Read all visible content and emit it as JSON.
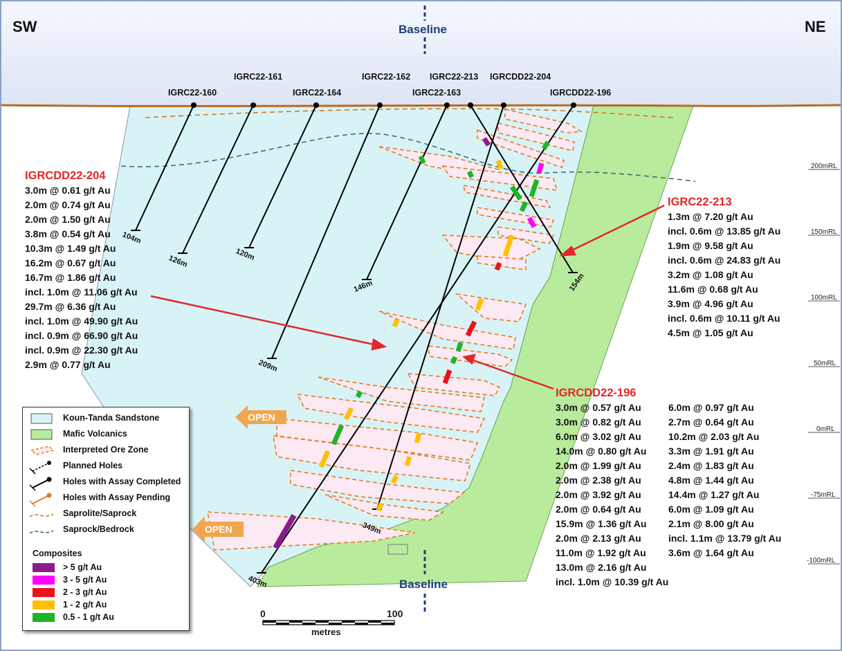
{
  "orientation": {
    "left": "SW",
    "right": "NE"
  },
  "baseline": {
    "top_label": "Baseline",
    "bottom_label": "Baseline"
  },
  "holes": [
    {
      "id": "IGRC22-160",
      "depth": "104m"
    },
    {
      "id": "IGRC22-161",
      "depth": "126m"
    },
    {
      "id": "IGRC22-164",
      "depth": "120m"
    },
    {
      "id": "IGRC22-162",
      "depth": "146m"
    },
    {
      "id": "IGRC22-213",
      "depth": "154m"
    },
    {
      "id": "IGRC22-163",
      "depth": "209m"
    },
    {
      "id": "IGRCDD22-204",
      "depth": "403m"
    },
    {
      "id": "IGRCDD22-196",
      "depth": "349m"
    }
  ],
  "rl_levels": [
    "200mRL",
    "150mRL",
    "100mRL",
    "50mRL",
    "0mRL",
    "-75mRL",
    "-100mRL"
  ],
  "callouts": {
    "left": {
      "title": "IGRCDD22-204",
      "lines": [
        "3.0m @ 0.61 g/t Au",
        "2.0m @ 0.74 g/t Au",
        "2.0m @ 1.50 g/t Au",
        "3.8m @ 0.54 g/t Au",
        "10.3m @ 1.49 g/t Au",
        "16.2m @ 0.67 g/t Au",
        "16.7m @ 1.86 g/t Au",
        "incl. 1.0m @ 11.06 g/t Au",
        "29.7m @ 6.36 g/t Au",
        "incl. 1.0m @ 49.90 g/t Au",
        "incl. 0.9m @ 66.90 g/t Au",
        "incl. 0.9m @ 22.30 g/t Au",
        "2.9m @ 0.77 g/t Au"
      ]
    },
    "right_top": {
      "title": "IGRC22-213",
      "lines": [
        "1.3m @ 7.20 g/t Au",
        "incl. 0.6m @ 13.85 g/t Au",
        "1.9m @ 9.58 g/t Au",
        "incl. 0.6m @ 24.83 g/t Au",
        "3.2m @ 1.08 g/t Au",
        "11.6m @ 0.68 g/t Au",
        "3.9m @ 4.96 g/t Au",
        "incl. 0.6m @ 10.11 g/t Au",
        "4.5m @ 1.05 g/t Au"
      ]
    },
    "right_bottom": {
      "title": "IGRCDD22-196",
      "col1": [
        "3.0m @ 0.57 g/t Au",
        "3.0m @ 0.82 g/t Au",
        "6.0m @ 3.02 g/t Au",
        "14.0m @ 0.80 g/t Au",
        "2.0m @ 1.99 g/t Au",
        "2.0m @ 2.38 g/t Au",
        "2.0m @ 3.92 g/t Au",
        "2.0m @ 0.64 g/t Au",
        "15.9m @ 1.36 g/t Au",
        "2.0m @ 2.13 g/t Au",
        "11.0m @ 1.92 g/t Au",
        "13.0m @ 2.16 g/t Au",
        "incl. 1.0m @ 10.39 g/t Au"
      ],
      "col2": [
        "6.0m @ 0.97 g/t Au",
        "2.7m @ 0.64 g/t Au",
        "10.2m @ 2.03 g/t Au",
        "3.3m @ 1.91 g/t Au",
        "2.4m @ 1.83 g/t Au",
        "4.8m @ 1.44 g/t Au",
        "14.4m @ 1.27 g/t Au",
        "6.0m @ 1.09 g/t Au",
        "2.1m @ 8.00 g/t Au",
        "incl. 1.1m @ 13.79 g/t Au",
        "3.6m @ 1.64 g/t Au"
      ]
    }
  },
  "open_labels": [
    "OPEN",
    "OPEN"
  ],
  "legend": {
    "items": [
      "Koun-Tanda Sandstone",
      "Mafic Volcanics",
      "Interpreted Ore Zone",
      "Planned Holes",
      "Holes with Assay Completed",
      "Holes with Assay Pending",
      "Saprolite/Saprock",
      "Saprock/Bedrock"
    ],
    "composites_title": "Composites",
    "composites": [
      {
        "label": "> 5 g/t Au",
        "color": "#8b1a8f"
      },
      {
        "label": "3 - 5 g/t Au",
        "color": "#ff00ff"
      },
      {
        "label": "2 - 3 g/t Au",
        "color": "#e8141b"
      },
      {
        "label": "1 - 2 g/t Au",
        "color": "#ffc000"
      },
      {
        "label": "0.5 - 1 g/t Au",
        "color": "#1fb32a"
      }
    ]
  },
  "scale_bar": {
    "start": "0",
    "end": "100",
    "unit": "metres"
  },
  "colors": {
    "sky": "#e9eef9",
    "sandstone": "#d8f3f6",
    "volcanics": "#b9eb9c",
    "ore_fill": "#fbe9f3",
    "ore_line": "#e67a21",
    "surface": "#b86a22",
    "callout_red": "#e3262a",
    "hole": "#000000"
  }
}
